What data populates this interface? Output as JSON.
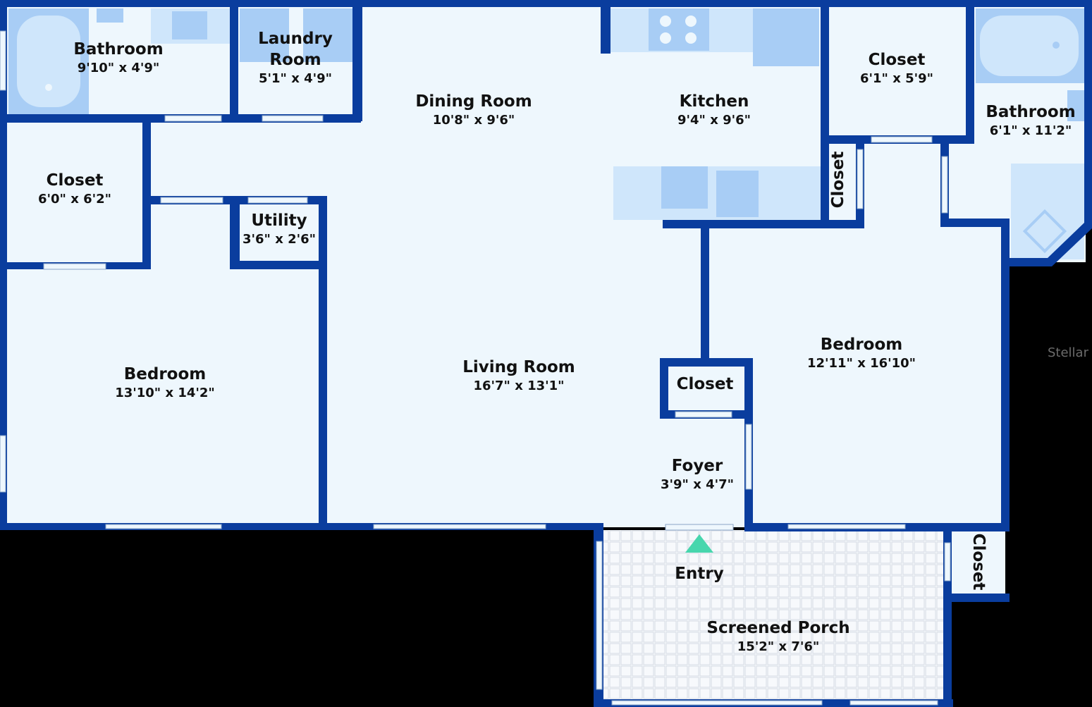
{
  "colors": {
    "wall": "#0a3d9e",
    "floor": "#eef7fd",
    "fixture": "#a8cdf5",
    "counter": "#cfe6fb",
    "entry_marker": "#47d6ad",
    "background": "#000000"
  },
  "rooms": {
    "bath1": {
      "name": "Bathroom",
      "dim": "9'10\" x 4'9\""
    },
    "laundry": {
      "name": "Laundry Room",
      "dim": "5'1\" x 4'9\""
    },
    "dining": {
      "name": "Dining Room",
      "dim": "10'8\" x 9'6\""
    },
    "kitchen": {
      "name": "Kitchen",
      "dim": "9'4\" x 9'6\""
    },
    "closet_tr": {
      "name": "Closet",
      "dim": "6'1\" x 5'9\""
    },
    "bath2": {
      "name": "Bathroom",
      "dim": "6'1\" x 11'2\""
    },
    "closet_l": {
      "name": "Closet",
      "dim": "6'0\" x 6'2\""
    },
    "utility": {
      "name": "Utility",
      "dim": "3'6\" x 2'6\""
    },
    "closet_k": {
      "name": "Closet"
    },
    "bed1": {
      "name": "Bedroom",
      "dim": "13'10\" x 14'2\""
    },
    "living": {
      "name": "Living Room",
      "dim": "16'7\" x 13'1\""
    },
    "closet_f": {
      "name": "Closet"
    },
    "bed2": {
      "name": "Bedroom",
      "dim": "12'11\" x 16'10\""
    },
    "foyer": {
      "name": "Foyer",
      "dim": "3'9\" x 4'7\""
    },
    "entry": {
      "name": "Entry"
    },
    "closet_p": {
      "name": "Closet"
    },
    "porch": {
      "name": "Screened Porch",
      "dim": "15'2\" x 7'6\""
    }
  },
  "watermark": "Stellar M"
}
